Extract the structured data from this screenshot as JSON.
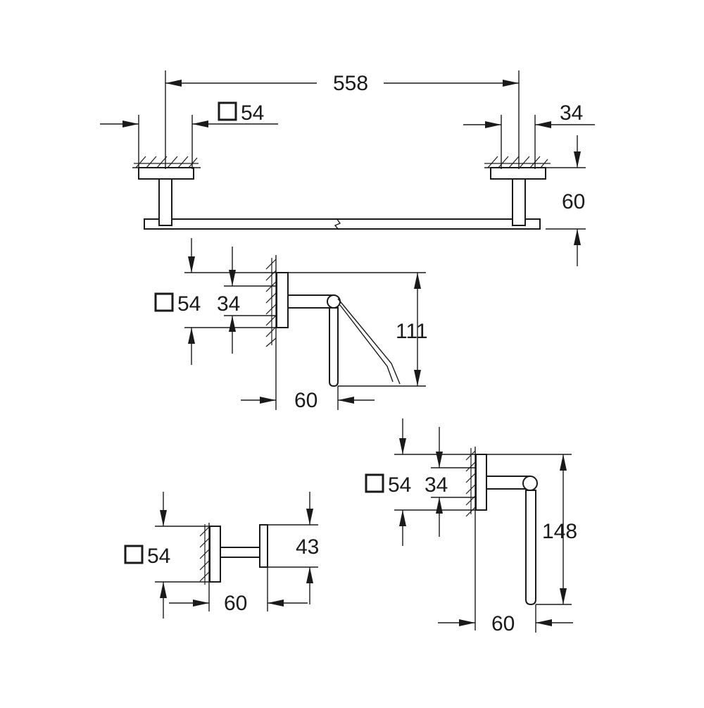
{
  "towel_bar": {
    "width_label": "558",
    "rosette_label": "54",
    "rosette_depth_label": "34",
    "projection_label": "60"
  },
  "paper_holder_with_cover": {
    "rosette_label": "54",
    "rosette_depth_label": "34",
    "height_label": "111",
    "projection_label": "60"
  },
  "robe_hook": {
    "rosette_label": "54",
    "hook_height_label": "43",
    "projection_label": "60"
  },
  "paper_holder": {
    "rosette_label": "54",
    "rosette_depth_label": "34",
    "height_label": "148",
    "projection_label": "60"
  }
}
